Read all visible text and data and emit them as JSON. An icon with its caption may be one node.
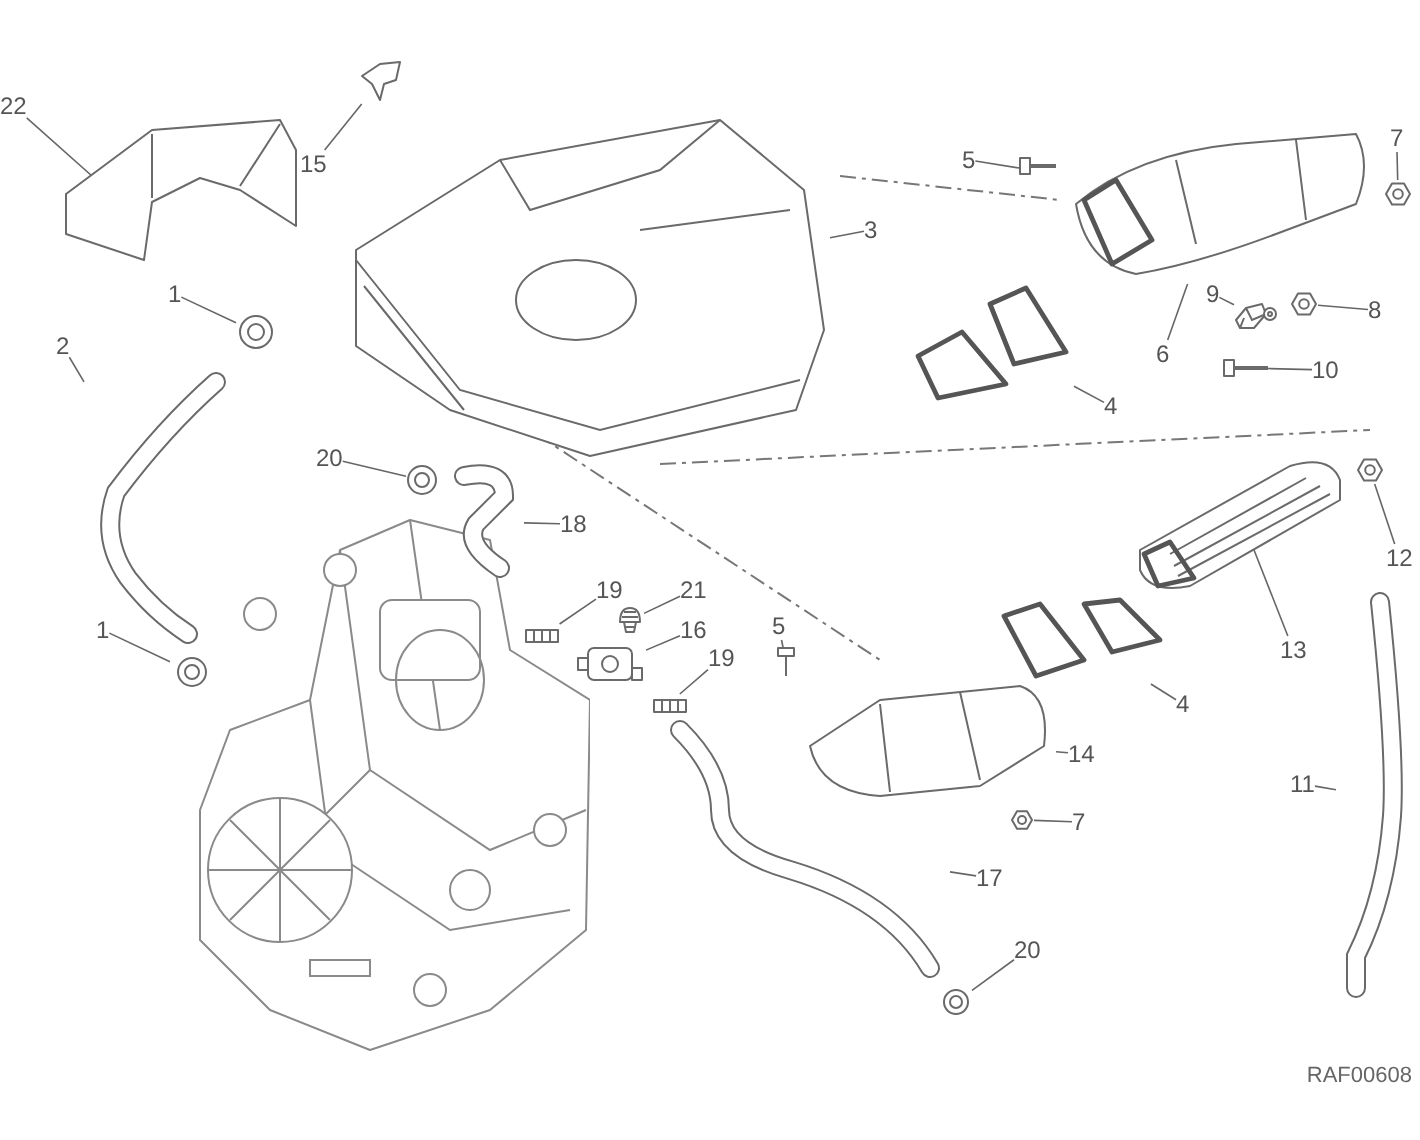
{
  "diagram": {
    "nodes": [
      {
        "text": [
          "22"
        ]
      },
      {
        "text": [],
        "shape": "picture"
      },
      {
        "text": [
          "15"
        ]
      },
      {
        "text": [],
        "shape": "picture"
      },
      {
        "text": [
          "1"
        ]
      },
      {
        "text": [],
        "shape": "picture"
      },
      {
        "text": [
          "2"
        ]
      },
      {
        "text": [],
        "shape": "picture"
      },
      {
        "text": [
          "3"
        ]
      },
      {
        "text": [],
        "shape": "picture"
      },
      {
        "text": [
          "5"
        ]
      },
      {
        "text": [],
        "shape": "picture"
      },
      {
        "text": [
          "7"
        ]
      },
      {
        "text": [],
        "shape": "picture"
      },
      {
        "text": [
          "9"
        ]
      },
      {
        "text": [],
        "shape": "picture"
      },
      {
        "text": [
          "8"
        ]
      },
      {
        "text": [],
        "shape": "picture"
      },
      {
        "text": [
          "10"
        ]
      },
      {
        "text": [],
        "shape": "picture"
      },
      {
        "text": [
          "6"
        ]
      },
      {
        "text": [],
        "shape": "picture"
      },
      {
        "text": [
          "4"
        ]
      },
      {
        "text": [],
        "shape": "picture"
      },
      {
        "text": [
          "20"
        ]
      },
      {
        "text": [],
        "shape": "picture"
      },
      {
        "text": [
          "18"
        ]
      },
      {
        "text": [],
        "shape": "picture"
      },
      {
        "text": [
          "19"
        ]
      },
      {
        "text": [],
        "shape": "picture"
      },
      {
        "text": [
          "21"
        ]
      },
      {
        "text": [],
        "shape": "picture"
      },
      {
        "text": [
          "16"
        ]
      },
      {
        "text": [],
        "shape": "picture"
      },
      {
        "text": [
          "19"
        ]
      },
      {
        "text": [],
        "shape": "picture"
      },
      {
        "text": [
          "12"
        ]
      },
      {
        "text": [],
        "shape": "picture"
      },
      {
        "text": [
          "13"
        ]
      },
      {
        "text": [],
        "shape": "picture"
      },
      {
        "text": [
          "4"
        ]
      },
      {
        "text": [],
        "shape": "picture"
      },
      {
        "text": [
          "1"
        ]
      },
      {
        "text": [],
        "shape": "picture"
      },
      {
        "text": [
          "5"
        ]
      },
      {
        "text": [],
        "shape": "picture"
      },
      {
        "text": [
          "14"
        ]
      },
      {
        "text": [],
        "shape": "picture"
      },
      {
        "text": [
          "7"
        ]
      },
      {
        "text": [],
        "shape": "picture"
      },
      {
        "text": [
          "11"
        ]
      },
      {
        "text": [],
        "shape": "picture"
      },
      {
        "text": [
          "17"
        ]
      },
      {
        "text": [],
        "shape": "picture"
      },
      {
        "text": [
          "20"
        ]
      },
      {
        "text": [],
        "shape": "picture"
      }
    ],
    "edges": [
      {
        "from": 0,
        "to": 1,
        "arrow": "none"
      },
      {
        "from": 2,
        "to": 3,
        "arrow": "none"
      },
      {
        "from": 4,
        "to": 5,
        "arrow": "none"
      },
      {
        "from": 6,
        "to": 7,
        "arrow": "none"
      },
      {
        "from": 8,
        "to": 9,
        "arrow": "none"
      },
      {
        "from": 10,
        "to": 11,
        "arrow": "none"
      },
      {
        "from": 12,
        "to": 13,
        "arrow": "none"
      },
      {
        "from": 14,
        "to": 15,
        "arrow": "none"
      },
      {
        "from": 16,
        "to": 17,
        "arrow": "none"
      },
      {
        "from": 18,
        "to": 19,
        "arrow": "none"
      },
      {
        "from": 20,
        "to": 21,
        "arrow": "none"
      },
      {
        "from": 22,
        "to": 23,
        "arrow": "none"
      },
      {
        "from": 24,
        "to": 25,
        "arrow": "none"
      },
      {
        "from": 26,
        "to": 27,
        "arrow": "none"
      },
      {
        "from": 28,
        "to": 29,
        "arrow": "none"
      },
      {
        "from": 30,
        "to": 31,
        "arrow": "none"
      },
      {
        "from": 32,
        "to": 33,
        "arrow": "none"
      },
      {
        "from": 34,
        "to": 35,
        "arrow": "none"
      },
      {
        "from": 36,
        "to": 37,
        "arrow": "none"
      },
      {
        "from": 38,
        "to": 39,
        "arrow": "none"
      },
      {
        "from": 40,
        "to": 41,
        "arrow": "none"
      },
      {
        "from": 42,
        "to": 43,
        "arrow": "none"
      },
      {
        "from": 44,
        "to": 45,
        "arrow": "none"
      },
      {
        "from": 46,
        "to": 47,
        "arrow": "none"
      },
      {
        "from": 48,
        "to": 49,
        "arrow": "none"
      },
      {
        "from": 50,
        "to": 51,
        "arrow": "none"
      },
      {
        "from": 52,
        "to": 53,
        "arrow": "none"
      },
      {
        "from": 54,
        "to": 55,
        "arrow": "none"
      }
    ],
    "labels": [
      "RAF00608"
    ]
  }
}
